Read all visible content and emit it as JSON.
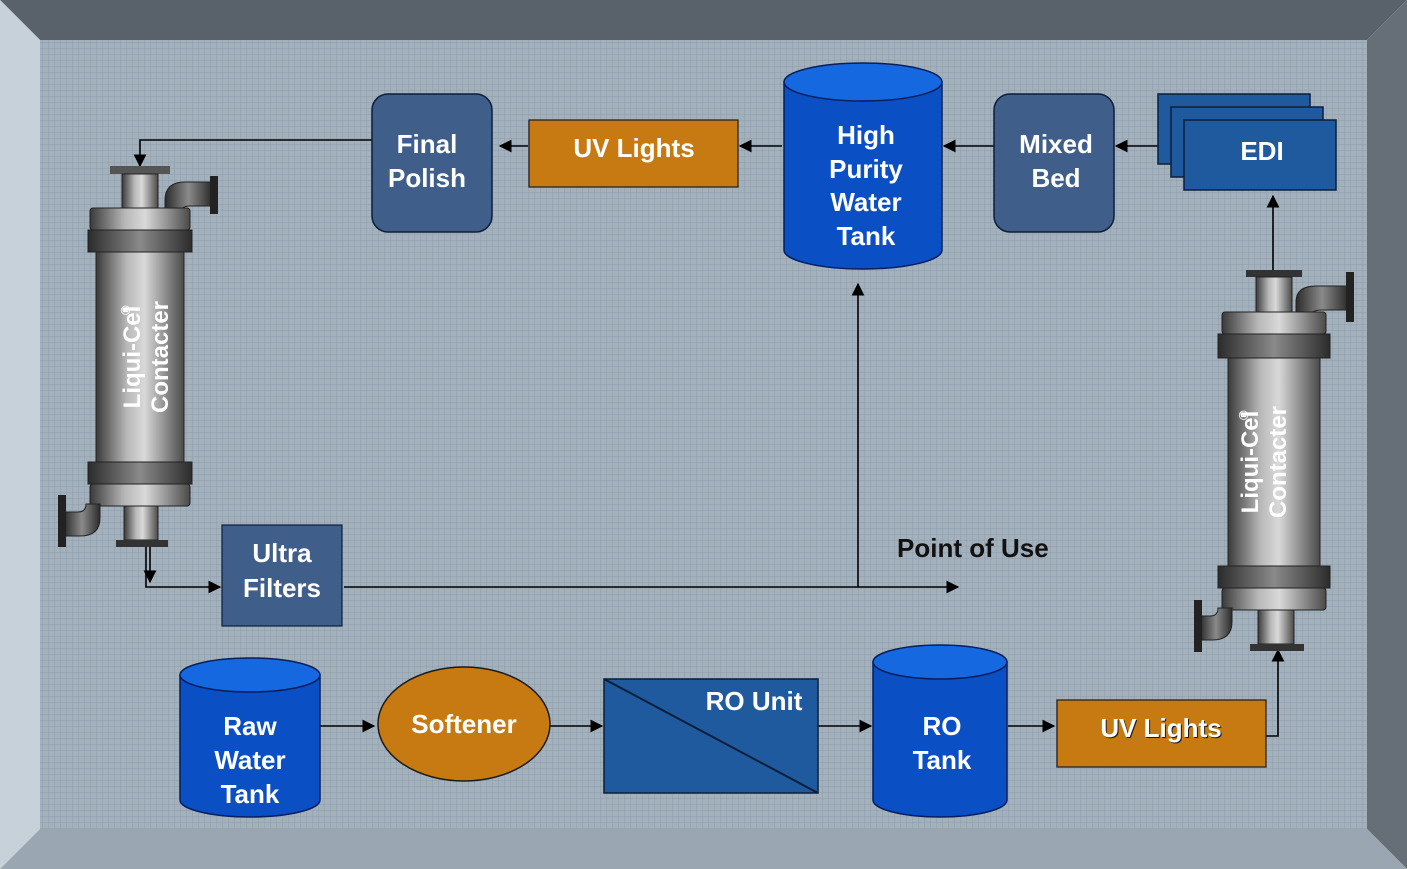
{
  "diagram": {
    "nodes": {
      "raw_water_tank": [
        "Raw",
        "Water",
        "Tank"
      ],
      "softener": [
        "Softener"
      ],
      "ro_unit": [
        "RO Unit"
      ],
      "ro_tank": [
        "RO",
        "Tank"
      ],
      "uv_lights_bottom": [
        "UV Lights"
      ],
      "edi": [
        "EDI"
      ],
      "mixed_bed": [
        "Mixed",
        "Bed"
      ],
      "high_purity_water_tank": [
        "High",
        "Purity",
        "Water",
        "Tank"
      ],
      "uv_lights_top": [
        "UV Lights"
      ],
      "final_polish": [
        "Final",
        "Polish"
      ],
      "ultra_filters": [
        "Ultra",
        "Filters"
      ],
      "contactor_left": [
        "Liqui-Cel",
        "Contacter"
      ],
      "contactor_right": [
        "Liqui-Cel",
        "Contacter"
      ],
      "point_of_use": [
        "Point of Use"
      ]
    },
    "registered_mark": "®",
    "colors": {
      "frame_outer": "#7b8690",
      "frame_inner": "#9fadb9",
      "grid_line": "#8e9ca9",
      "tank_blue": "#0a4fc4",
      "tank_blue_dark": "#0b3f9c",
      "box_slate": "#3f5f8a",
      "box_blue": "#1f5a9e",
      "orange": "#c77a12",
      "arrow": "#000000"
    }
  }
}
